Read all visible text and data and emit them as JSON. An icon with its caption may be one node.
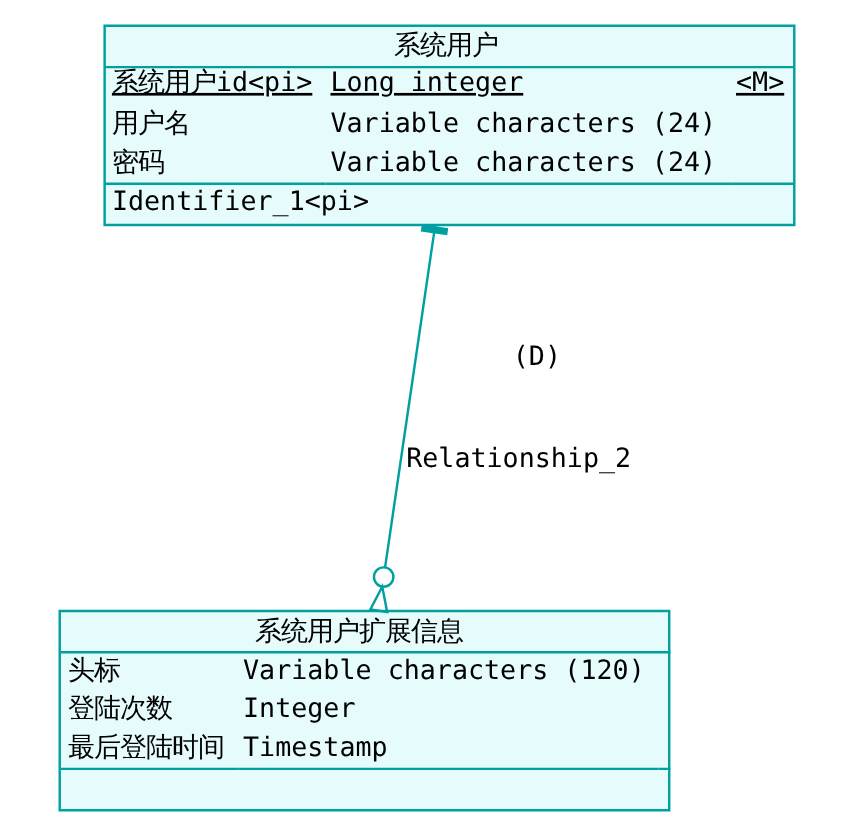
{
  "diagram": {
    "nodes": [
      {
        "text": [
          "系统用户",
          "系统用户id<pi>",
          "Long integer",
          "<M>",
          "用户名",
          "Variable characters (24)",
          "密码",
          "Variable characters (24)",
          "Identifier_1<pi>"
        ]
      },
      {
        "text": [
          "系统用户扩展信息",
          "头标",
          "Variable characters (120)",
          "登陆次数",
          "Integer",
          "最后登陆时间",
          "Timestamp"
        ]
      }
    ],
    "edges": [
      {
        "from": 0,
        "to": 1,
        "arrow": "other",
        "label": "Relationship_2"
      }
    ],
    "labels": [
      "(D)"
    ]
  }
}
